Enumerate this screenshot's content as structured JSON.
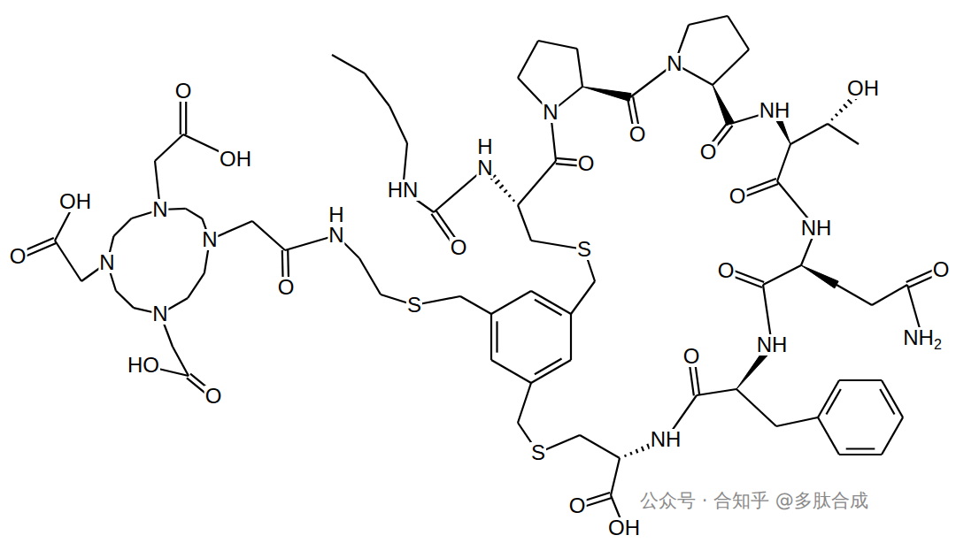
{
  "diagram": {
    "labels": [
      "O",
      "OH",
      "OH",
      "N",
      "N",
      "O",
      "N",
      "N",
      "HO",
      "O",
      "O",
      "H",
      "N",
      "S",
      "HN",
      "O",
      "H",
      "N",
      "N",
      "O",
      "S",
      "O",
      "N",
      "O",
      "NH",
      "OH",
      "O",
      "NH",
      "O",
      "O",
      "NH2",
      "NH",
      "O",
      "NH",
      "S",
      "O",
      "OH",
      "公众号 · 合知乎 @多肽合成"
    ]
  }
}
